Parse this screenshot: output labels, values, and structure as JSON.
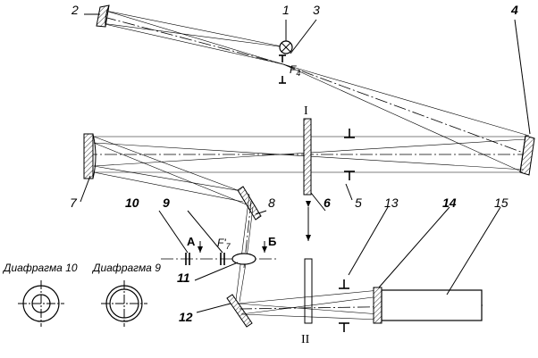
{
  "labels": {
    "n1": "1",
    "n2": "2",
    "n3": "3",
    "n4": "4",
    "n5": "5",
    "n6": "6",
    "n7": "7",
    "n8": "8",
    "n9": "9",
    "n10": "10",
    "n11": "11",
    "n12": "12",
    "n13": "13",
    "n14": "14",
    "n15": "15",
    "f4": "F",
    "f4_sub": "4",
    "f7": "F'",
    "f7_sub": "7",
    "roman1": "I",
    "roman2": "II",
    "arrowA": "А",
    "arrowB": "Б",
    "diaphragm10": "Диафрагма 10",
    "diaphragm9": "Диафрагма 9"
  }
}
